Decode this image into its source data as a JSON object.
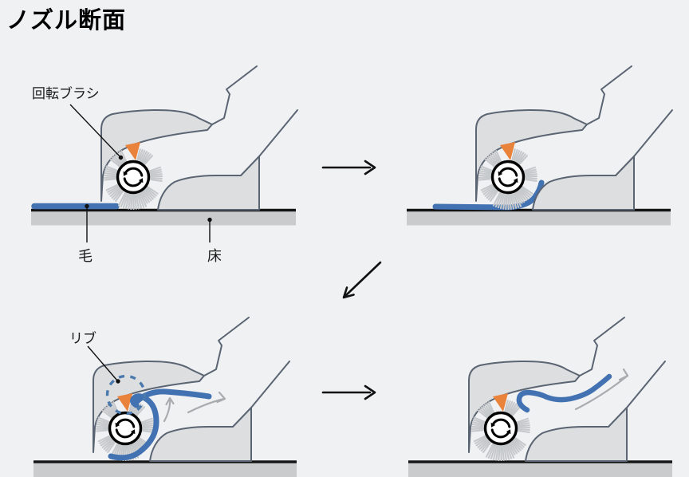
{
  "title": "ノズル断面",
  "labels": {
    "rotating_brush": "回転ブラシ",
    "hair": "毛",
    "floor": "床",
    "rib": "リブ"
  },
  "colors": {
    "background": "#f0f1f2",
    "body_fill": "#dcdee0",
    "outline": "#5a6472",
    "hair_blue": "#4372b2",
    "rib_orange": "#e9823a",
    "floor_band": "#c9cbcd",
    "floor_line": "#141414",
    "bristle_gray": "#c6c9cb",
    "airflow_gray": "#a9acae",
    "dashed_circle_blue": "#4a79ae",
    "arrow_black": "#111111"
  }
}
